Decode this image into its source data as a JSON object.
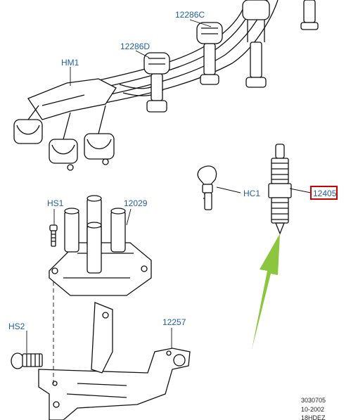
{
  "callouts": {
    "c12286C": "12286C",
    "c12286D": "12286D",
    "hm1": "HM1",
    "hc1": "HC1",
    "c12405": "12405",
    "hs1": "HS1",
    "c12029": "12029",
    "hs2": "HS2",
    "c12257": "12257"
  },
  "reference": {
    "drawing_no": "3030705",
    "date": "10-2002",
    "code": "18HDEZ"
  },
  "highlight": {
    "box_color": "#cc0000",
    "arrow_color": "#8cc63f",
    "callout_color": "#1f5fa8"
  }
}
